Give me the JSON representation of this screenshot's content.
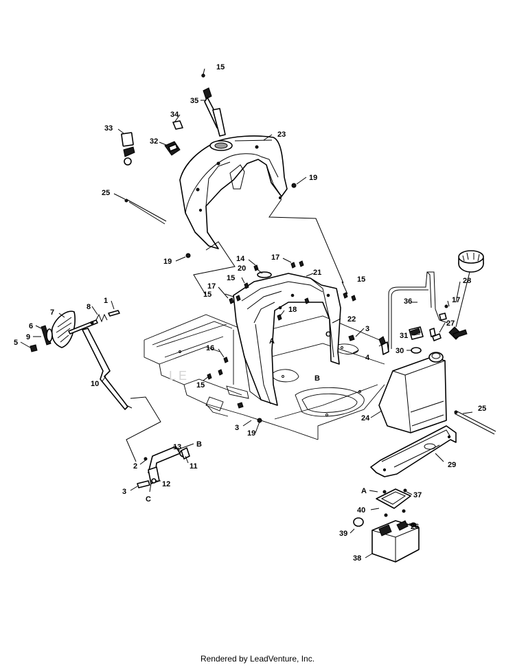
{
  "callouts": [
    "1",
    "2",
    "3",
    "4",
    "5",
    "6",
    "7",
    "8",
    "9",
    "10",
    "11",
    "12",
    "13",
    "14",
    "15",
    "16",
    "17",
    "18",
    "19",
    "20",
    "21",
    "22",
    "23",
    "24",
    "25",
    "26",
    "27",
    "28",
    "29",
    "30",
    "31",
    "32",
    "33",
    "34",
    "35",
    "36",
    "37",
    "38",
    "39",
    "40"
  ],
  "reference_letters": [
    "A",
    "B",
    "C"
  ],
  "watermark": "LE",
  "footer": "Rendered by LeadVenture, Inc."
}
